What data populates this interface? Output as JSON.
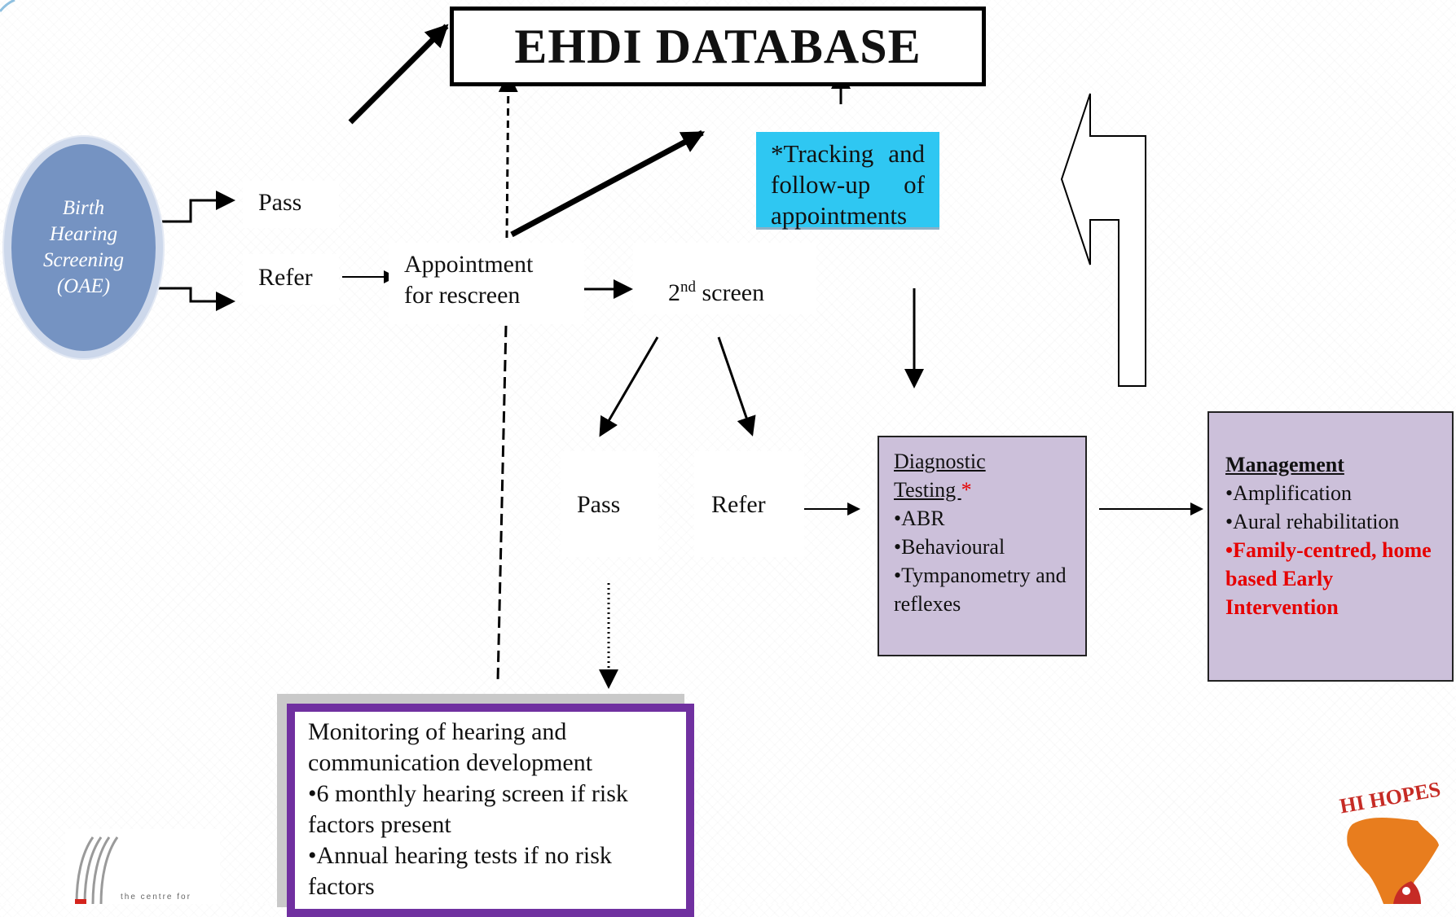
{
  "title": "EHDI DATABASE",
  "birth_screening": [
    "Birth",
    "Hearing",
    "Screening",
    "(OAE)"
  ],
  "first_pass": "Pass",
  "first_refer": "Refer",
  "appointment": [
    "Appointment",
    "for rescreen"
  ],
  "second_screen": {
    "base": "2",
    "sup": "nd",
    "rest": " screen"
  },
  "second_pass": "Pass",
  "second_refer": "Refer",
  "tracking": "*Tracking and follow-up of appointments",
  "diagnostic": {
    "heading_line1": "Diagnostic",
    "heading_line2": "Testing ",
    "star": "*",
    "items": [
      "•ABR",
      "•Behavioural",
      "•Tympanometry and reflexes"
    ]
  },
  "management": {
    "heading": "Management",
    "items": [
      "•Amplification",
      "•Aural rehabilitation"
    ],
    "highlight": "•Family-centred, home based Early Intervention"
  },
  "monitoring": {
    "lines": [
      "Monitoring of hearing and communication development",
      "•6 monthly hearing screen if risk factors present",
      "•Annual hearing tests if no risk factors"
    ]
  },
  "logo_left_text": "the centre for",
  "logo_right_text": "HI HOPES",
  "colors": {
    "oval": "#7593c2",
    "tracking": "#2fc7f2",
    "purple_box": "#ccc0da",
    "monitor_border": "#7030a0",
    "highlight": "#e60000"
  }
}
